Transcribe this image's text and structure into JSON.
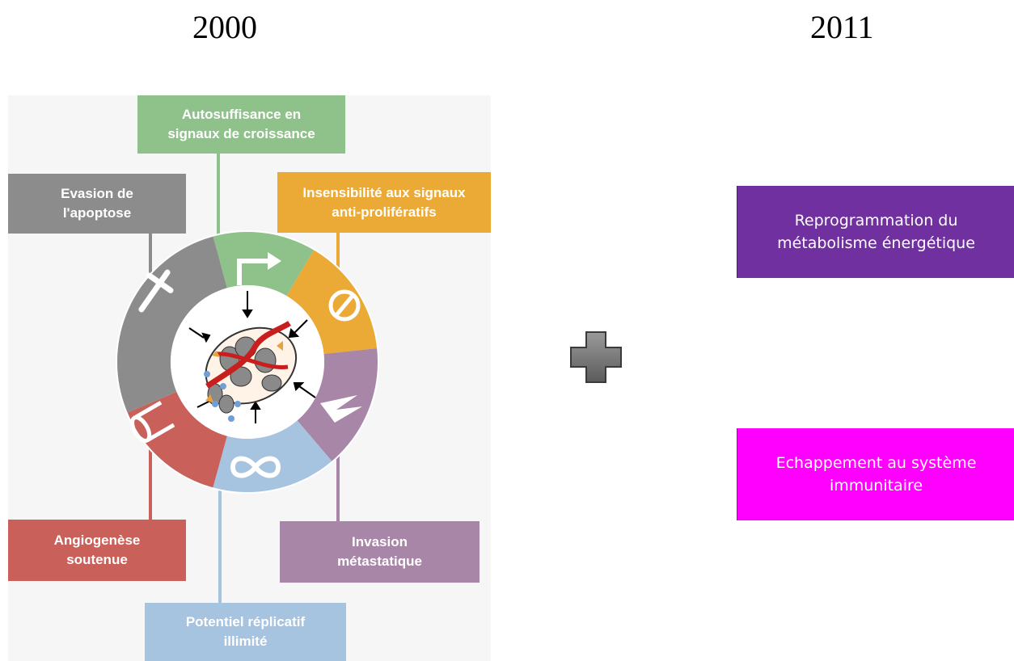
{
  "years": {
    "left": "2000",
    "right": "2011"
  },
  "hallmarks_2000": [
    {
      "id": "growth",
      "label": "Autosuffisance en\nsignaux de croissance",
      "color": "#8fc28a"
    },
    {
      "id": "insensitivity",
      "label": "Insensibilité aux signaux\nanti-prolifératifs",
      "color": "#eba936"
    },
    {
      "id": "apoptosis",
      "label": "Evasion de\nl'apoptose",
      "color": "#8c8c8c"
    },
    {
      "id": "angiogenesis",
      "label": "Angiogenèse\nsoutenue",
      "color": "#c9605a"
    },
    {
      "id": "invasion",
      "label": "Invasion\nmétastatique",
      "color": "#a886a8"
    },
    {
      "id": "replicative",
      "label": "Potentiel réplicatif\nillimité",
      "color": "#a6c3e0"
    }
  ],
  "hallmarks_2011": [
    {
      "id": "metabolism",
      "label": "Reprogrammation du\nmétabolisme énergétique",
      "color": "#7030a0"
    },
    {
      "id": "immune",
      "label": "Echappement au système\nimmunitaire",
      "color": "#ff00ff"
    }
  ],
  "icons": {
    "plus": "plus-icon",
    "growth": "arrow-right-turn-icon",
    "insensitivity": "prohibition-icon",
    "apoptosis": "cross-grave-icon",
    "angiogenesis": "vessel-tube-icon",
    "invasion": "zigzag-invasion-icon",
    "replicative": "infinity-icon",
    "tumor": "tumor-cells-icon"
  }
}
